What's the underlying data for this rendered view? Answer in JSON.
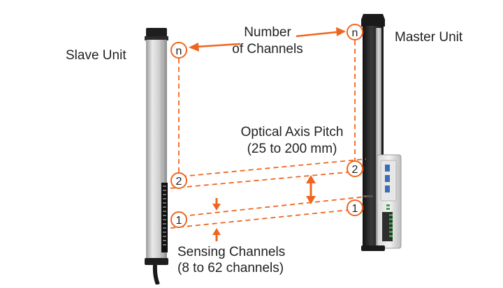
{
  "labels": {
    "slave_unit": "Slave Unit",
    "master_unit": "Master Unit",
    "number_of_channels_line1": "Number",
    "number_of_channels_line2": "of Channels",
    "optical_axis_pitch_line1": "Optical Axis Pitch",
    "optical_axis_pitch_line2": "(25 to 200 mm)",
    "sensing_channels_line1": "Sensing Channels",
    "sensing_channels_line2": "(8 to 62 channels)"
  },
  "markers": {
    "n": "n",
    "two": "2",
    "one": "1"
  },
  "colors": {
    "accent": "#f0651e",
    "text": "#222222",
    "slave_body": "#c9c9c9",
    "master_body": "#2a2a2a"
  }
}
